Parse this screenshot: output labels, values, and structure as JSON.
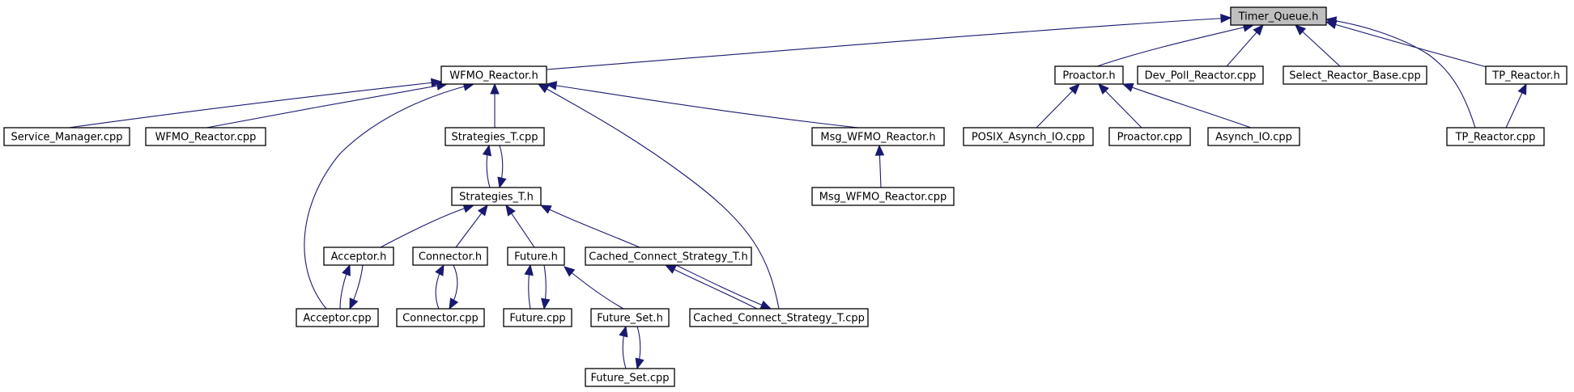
{
  "diagram": {
    "nodes": [
      {
        "id": "timer_queue_h",
        "label": "Timer_Queue.h",
        "highlighted": true
      },
      {
        "id": "wfmo_reactor_h",
        "label": "WFMO_Reactor.h"
      },
      {
        "id": "proactor_h",
        "label": "Proactor.h"
      },
      {
        "id": "dev_poll_reactor_cpp",
        "label": "Dev_Poll_Reactor.cpp"
      },
      {
        "id": "select_reactor_base_cpp",
        "label": "Select_Reactor_Base.cpp"
      },
      {
        "id": "tp_reactor_h",
        "label": "TP_Reactor.h"
      },
      {
        "id": "service_manager_cpp",
        "label": "Service_Manager.cpp"
      },
      {
        "id": "wfmo_reactor_cpp",
        "label": "WFMO_Reactor.cpp"
      },
      {
        "id": "strategies_t_cpp",
        "label": "Strategies_T.cpp"
      },
      {
        "id": "msg_wfmo_reactor_h",
        "label": "Msg_WFMO_Reactor.h"
      },
      {
        "id": "posix_asynch_io_cpp",
        "label": "POSIX_Asynch_IO.cpp"
      },
      {
        "id": "proactor_cpp",
        "label": "Proactor.cpp"
      },
      {
        "id": "asynch_io_cpp",
        "label": "Asynch_IO.cpp"
      },
      {
        "id": "tp_reactor_cpp",
        "label": "TP_Reactor.cpp"
      },
      {
        "id": "strategies_t_h",
        "label": "Strategies_T.h"
      },
      {
        "id": "msg_wfmo_reactor_cpp",
        "label": "Msg_WFMO_Reactor.cpp"
      },
      {
        "id": "acceptor_h",
        "label": "Acceptor.h"
      },
      {
        "id": "connector_h",
        "label": "Connector.h"
      },
      {
        "id": "future_h",
        "label": "Future.h"
      },
      {
        "id": "cached_connect_strategy_t_h",
        "label": "Cached_Connect_Strategy_T.h"
      },
      {
        "id": "acceptor_cpp",
        "label": "Acceptor.cpp"
      },
      {
        "id": "connector_cpp",
        "label": "Connector.cpp"
      },
      {
        "id": "future_cpp",
        "label": "Future.cpp"
      },
      {
        "id": "future_set_h",
        "label": "Future_Set.h"
      },
      {
        "id": "cached_connect_strategy_t_cpp",
        "label": "Cached_Connect_Strategy_T.cpp"
      },
      {
        "id": "future_set_cpp",
        "label": "Future_Set.cpp"
      }
    ],
    "edges": [
      {
        "from": "wfmo_reactor_h",
        "to": "timer_queue_h"
      },
      {
        "from": "proactor_h",
        "to": "timer_queue_h"
      },
      {
        "from": "dev_poll_reactor_cpp",
        "to": "timer_queue_h"
      },
      {
        "from": "select_reactor_base_cpp",
        "to": "timer_queue_h"
      },
      {
        "from": "tp_reactor_h",
        "to": "timer_queue_h"
      },
      {
        "from": "tp_reactor_cpp",
        "to": "timer_queue_h"
      },
      {
        "from": "service_manager_cpp",
        "to": "wfmo_reactor_h"
      },
      {
        "from": "wfmo_reactor_cpp",
        "to": "wfmo_reactor_h"
      },
      {
        "from": "strategies_t_cpp",
        "to": "wfmo_reactor_h"
      },
      {
        "from": "msg_wfmo_reactor_h",
        "to": "wfmo_reactor_h"
      },
      {
        "from": "acceptor_cpp",
        "to": "wfmo_reactor_h"
      },
      {
        "from": "cached_connect_strategy_t_cpp",
        "to": "wfmo_reactor_h"
      },
      {
        "from": "posix_asynch_io_cpp",
        "to": "proactor_h"
      },
      {
        "from": "proactor_cpp",
        "to": "proactor_h"
      },
      {
        "from": "asynch_io_cpp",
        "to": "proactor_h"
      },
      {
        "from": "tp_reactor_cpp",
        "to": "tp_reactor_h"
      },
      {
        "from": "msg_wfmo_reactor_cpp",
        "to": "msg_wfmo_reactor_h"
      },
      {
        "from": "strategies_t_h",
        "to": "strategies_t_cpp"
      },
      {
        "from": "strategies_t_cpp",
        "to": "strategies_t_h"
      },
      {
        "from": "acceptor_h",
        "to": "strategies_t_h"
      },
      {
        "from": "connector_h",
        "to": "strategies_t_h"
      },
      {
        "from": "future_h",
        "to": "strategies_t_h"
      },
      {
        "from": "cached_connect_strategy_t_h",
        "to": "strategies_t_h"
      },
      {
        "from": "acceptor_cpp",
        "to": "acceptor_h"
      },
      {
        "from": "acceptor_h",
        "to": "acceptor_cpp"
      },
      {
        "from": "connector_cpp",
        "to": "connector_h"
      },
      {
        "from": "connector_h",
        "to": "connector_cpp"
      },
      {
        "from": "future_cpp",
        "to": "future_h"
      },
      {
        "from": "future_h",
        "to": "future_cpp"
      },
      {
        "from": "future_set_h",
        "to": "future_h"
      },
      {
        "from": "cached_connect_strategy_t_cpp",
        "to": "cached_connect_strategy_t_h"
      },
      {
        "from": "cached_connect_strategy_t_h",
        "to": "cached_connect_strategy_t_cpp"
      },
      {
        "from": "future_set_cpp",
        "to": "future_set_h"
      },
      {
        "from": "future_set_h",
        "to": "future_set_cpp"
      }
    ],
    "colors": {
      "edge": "#191970",
      "node_fill": "#ffffff",
      "root_fill": "#bfbfbf",
      "node_border": "#000000"
    }
  }
}
